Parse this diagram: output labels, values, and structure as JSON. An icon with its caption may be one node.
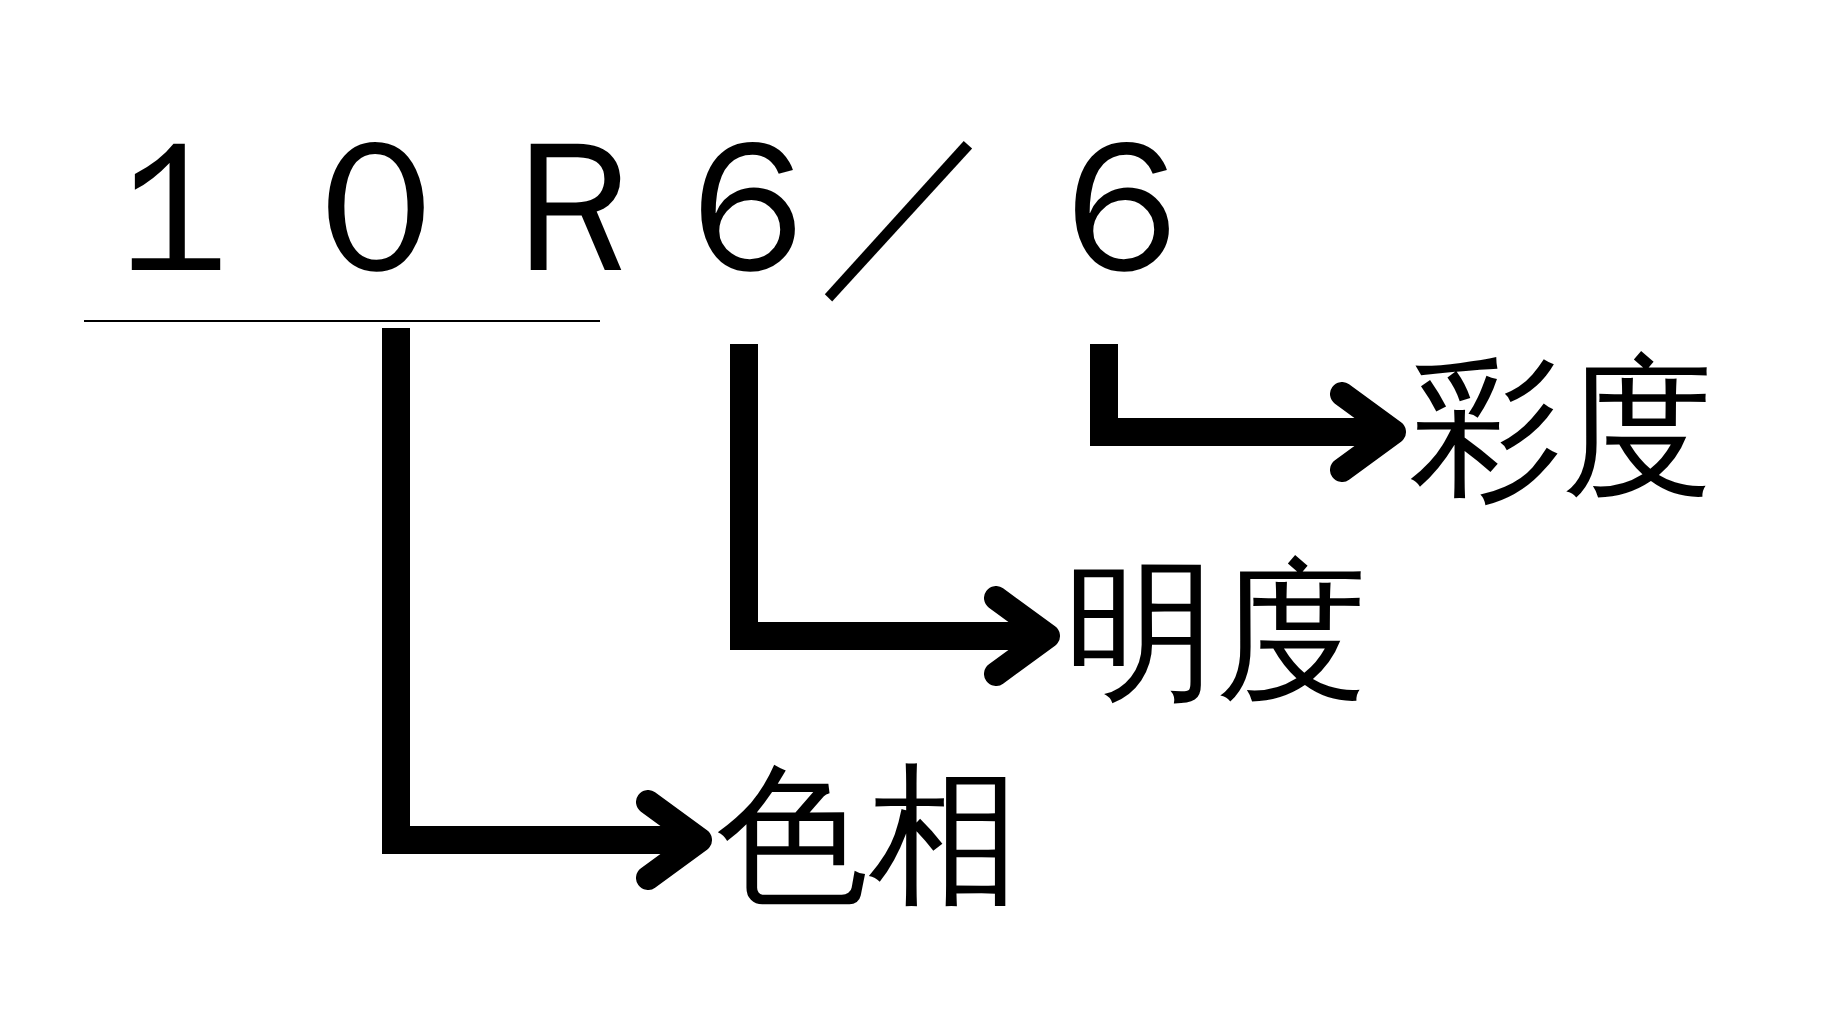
{
  "diagram": {
    "nodes": [
      {
        "text": [
          "１０Ｒ"
        ]
      },
      {
        "text": [
          "６"
        ]
      },
      {
        "text": [
          "６"
        ]
      },
      {
        "text": [
          "色相"
        ]
      },
      {
        "text": [
          "明度"
        ]
      },
      {
        "text": [
          "彩度"
        ]
      }
    ],
    "edges": [
      {
        "from": 0,
        "to": 3,
        "arrow": "to"
      },
      {
        "from": 1,
        "to": 4,
        "arrow": "to"
      },
      {
        "from": 2,
        "to": 5,
        "arrow": "to"
      }
    ],
    "labels": [
      "／"
    ]
  }
}
